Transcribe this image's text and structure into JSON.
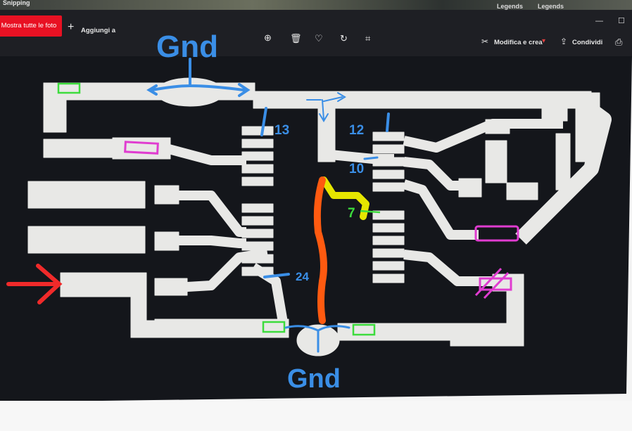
{
  "window": {
    "app_title": "Snipping",
    "legends": [
      "Legends",
      "Legends"
    ],
    "controls": {
      "minimize": "—",
      "maximize": "☐"
    }
  },
  "toolbar": {
    "show_all_photos": "Mostra tutte le foto",
    "add_to": "Aggiungi a",
    "edit_create": "Modifica e crea",
    "share": "Condividi",
    "icons": [
      "zoom-in-icon",
      "delete-icon",
      "favorite-icon",
      "rotate-icon",
      "crop-icon",
      "print-icon"
    ]
  },
  "annotations": {
    "gnd_top": "Gnd",
    "gnd_bottom": "Gnd",
    "pin_13": "13",
    "pin_12": "12",
    "pin_10": "10",
    "pin_7": "7",
    "pin_24": "24"
  },
  "colors": {
    "pcb_background": "#14161b",
    "copper_trace": "#e8e8e6",
    "annotation_blue": "#3a8ee6",
    "annotation_orange": "#ff5a10",
    "annotation_yellow": "#e6e600",
    "annotation_green": "#3ddc3d",
    "annotation_magenta": "#e03cd0",
    "annotation_red": "#f02a2a",
    "button_red": "#e81123"
  }
}
